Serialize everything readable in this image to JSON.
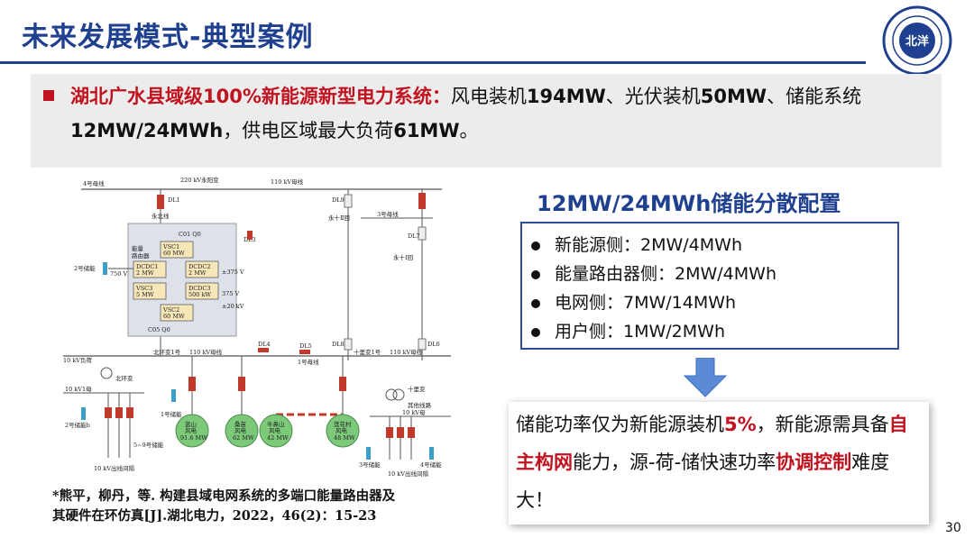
{
  "title": "未来发展模式-典型案例",
  "logo": {
    "icon": "university-seal-icon",
    "text": "北洋"
  },
  "summary": {
    "heading": "湖北广水县域级100%新能源新型电力系统：",
    "p1": "风电装机",
    "v1": "194MW",
    "p2": "、光伏装机",
    "v2": "50MW",
    "p3": "、储能系统",
    "v3": "12MW/24MWh",
    "p4": "，供电区域最大负荷",
    "v4": "61MW",
    "p5": "。"
  },
  "diagram": {
    "labels": {
      "bus4": "4号母线",
      "sub220": "220 kV永阳变",
      "line110": "110 kV母线",
      "dl1": "DL1",
      "dl9": "DL9",
      "yongbei": "永北线",
      "yongshi2": "永十Ⅱ回",
      "bus3": "3号母线",
      "dl7": "DL7",
      "c01": "C01 Q0",
      "router1": "能量",
      "router2": "路由器",
      "vsc1": "VSC1",
      "vsc1_p": "60 MW",
      "dl3": "DL3",
      "yongshi1": "永十Ⅰ回",
      "dcdc1": "DCDC1",
      "dcdc1_p": "2 MW",
      "dcdc2": "DCDC2",
      "dcdc2_p": "2 MW",
      "storage2": "2号储能",
      "v750": "750 V",
      "v375a": "±375 V",
      "vsc3": "VSC3",
      "vsc3_p": "5 MW",
      "dcdc3": "DCDC3",
      "dcdc3_p": "500 kW",
      "v375b": "375 V",
      "v20k": "±20 kV",
      "vsc2": "VSC2",
      "vsc2_p": "60 MW",
      "c05": "C05 Q0",
      "dl8": "DL8",
      "dl6": "DL6",
      "load10": "10 kV负荷",
      "beihuan1": "北环变1号",
      "line110b": "110 kV母线",
      "dl4": "DL4",
      "dl5": "DL5",
      "bus1": "1号母线",
      "shili1": "十里变1号",
      "line110c": "110 kV母线",
      "beihuanbian": "北环变",
      "kv10bus": "10 kV1母",
      "storage1": "1号储能",
      "shilibian": "十里变",
      "other": "其他线路",
      "storage_b": "2号储能b",
      "storage59": "5~9号储能",
      "kv10bus2": "10 kV母",
      "g1a": "蓝山",
      "g1b": "风电",
      "g1c": "91.6 MW",
      "g2a": "桑苗",
      "g2b": "风电",
      "g2c": "62 MW",
      "g3a": "牛鼻山",
      "g3b": "风电",
      "g3c": "42 MW",
      "g4a": "莲花村",
      "g4b": "风电",
      "g4c": "48 MW",
      "out10": "10 kV出线间隔",
      "storage3": "3号储能",
      "storage4": "4号储能",
      "out10b": "10 kV出线间隔"
    }
  },
  "citation": {
    "line1": "*熊平，柳丹，等. 构建县域电网系统的多端口能量路由器及",
    "line2": "其硬件在环仿真[J].湖北电力，2022，46(2)：15-23"
  },
  "config": {
    "title": "12MW/24MWh储能分散配置",
    "items": [
      "新能源侧：2MW/4MWh",
      "能量路由器侧：2MW/4MWh",
      "电网侧：7MW/14MWh",
      "用户侧：1MW/2MWh"
    ]
  },
  "note": {
    "t1": "储能功率仅为新能源装机",
    "h1": "5%",
    "t2": "，新能源需具备",
    "h2": "自主构网",
    "t3": "能力，源-荷-储快速功率",
    "h3": "协调控制",
    "t4": "难度大！"
  },
  "page_number": "30",
  "colors": {
    "accent": "#1f3f8f",
    "highlight": "#c1121f",
    "generator": "#7dc97a",
    "breaker": "#c0392b",
    "storage": "#3aa0c8"
  }
}
